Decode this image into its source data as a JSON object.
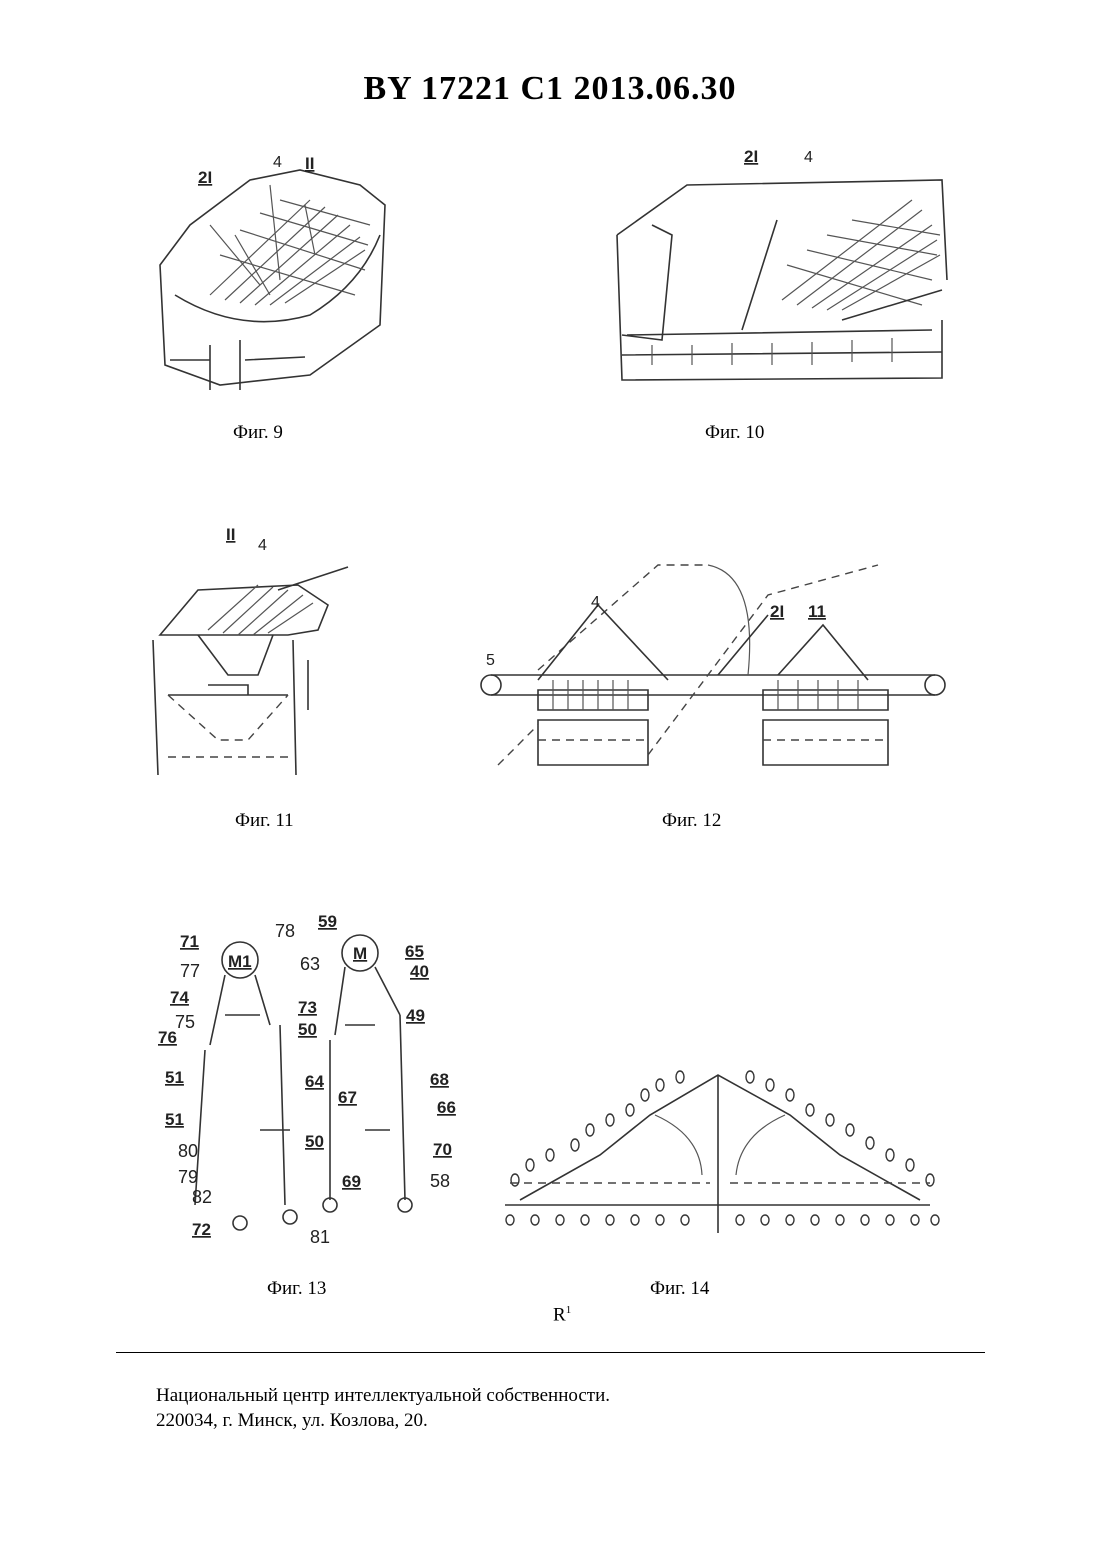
{
  "document": {
    "title": "BY  17221  C1  2013.06.30"
  },
  "figures": [
    {
      "id": "fig9",
      "caption": "Фиг. 9",
      "labels": [
        "2I",
        "4",
        "II"
      ]
    },
    {
      "id": "fig10",
      "caption": "Фиг. 10",
      "labels": [
        "2I",
        "4"
      ]
    },
    {
      "id": "fig11",
      "caption": "Фиг. 11",
      "labels": [
        "II",
        "4"
      ]
    },
    {
      "id": "fig12",
      "caption": "Фиг. 12",
      "labels": [
        "5",
        "4",
        "2I",
        "11"
      ]
    },
    {
      "id": "fig13",
      "caption": "Фиг. 13",
      "labels": [
        "71",
        "M1",
        "78",
        "59",
        "M",
        "65",
        "77",
        "40",
        "74",
        "73",
        "75",
        "50",
        "63",
        "49",
        "76",
        "51",
        "64",
        "68",
        "51",
        "67",
        "66",
        "80",
        "50",
        "70",
        "79",
        "69",
        "58",
        "82",
        "72",
        "81"
      ]
    },
    {
      "id": "fig14",
      "caption": "Фиг. 14",
      "labels": []
    }
  ],
  "annotation": {
    "base": "R",
    "superscript": "1"
  },
  "footer": {
    "line1": "Национальный центр интеллектуальной собственности.",
    "line2": "220034, г. Минск, ул. Козлова, 20."
  }
}
